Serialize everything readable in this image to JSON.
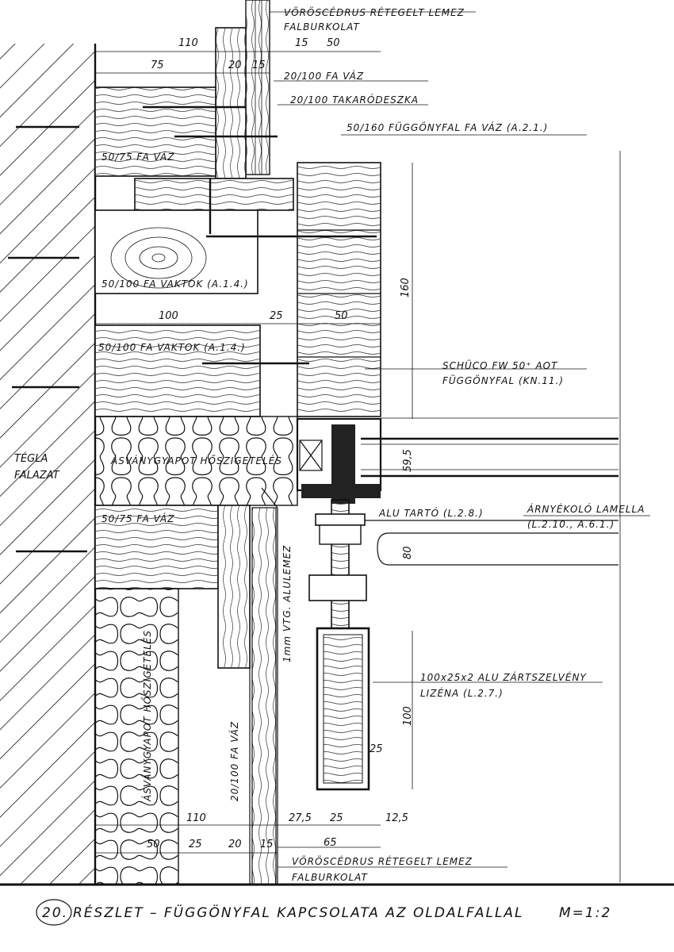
{
  "title": {
    "number": "20.",
    "text": "RÉSZLET – FÜGGÖNYFAL KAPCSOLATA AZ OLDALFALLAL",
    "scale": "M=1:2"
  },
  "labels": {
    "veneer_top_1": "VÖRÖSCÉDRUS RÉTEGELT LEMEZ",
    "veneer_top_2": "FALBURKOLAT",
    "frame_20_100_top": "20/100 FA VÁZ",
    "cover_board": "20/100 TAKARÓDESZKA",
    "curtain_frame": "50/160 FÜGGÖNYFAL FA VÁZ (A.2.1.)",
    "frame_50_75_top": "50/75 FA VÁZ",
    "beam_a14_1": "50/100 FA VAKTOK (A.1.4.)",
    "beam_a14_2": "50/100 FA VAKTOK (A.1.4.)",
    "schuco_1": "SCHÜCO FW 50⁺ AOT",
    "schuco_2": "FÜGGÖNYFAL (KN.11.)",
    "brick_1": "TÉGLA",
    "brick_2": "FALAZAT",
    "insulation_h": "ÁSVÁNYGYAPOT HŐSZIGETELÉS",
    "bracket": "ALU TARTÓ (L.2.8.)",
    "lamella_1": "ÁRNYÉKOLÓ LAMELLA",
    "lamella_2": "(L.2.10., A.6.1.)",
    "frame_50_75_mid": "50/75 FA VÁZ",
    "alu_sheet": "1mm VTG. ALULEMEZ",
    "insulation_v": "ÁSVÁNYGYAPOT HŐSZIGETELÉS",
    "box_1": "100x25x2 ALU ZÁRTSZELVÉNY",
    "box_2": "LIZÉNA (L.2.7.)",
    "frame_20_100_v": "20/100 FA VÁZ",
    "veneer_bot_1": "VÖRÖSCÉDRUS RÉTEGELT LEMEZ",
    "veneer_bot_2": "FALBURKOLAT"
  },
  "dims": {
    "d110_top": "110",
    "d15_top": "15",
    "d50_top": "50",
    "d75_top": "75",
    "d20_top": "20",
    "d15b_top": "15",
    "d160": "160",
    "d100_mid": "100",
    "d25_mid": "25",
    "d50_mid": "50",
    "d59_5": "59,5",
    "d80": "80",
    "d100_v": "100",
    "d25_v": "25",
    "d110_bot": "110",
    "d27_5": "27,5",
    "d25_bot": "25",
    "d12_5": "12,5",
    "d50_bot": "50",
    "d25b_bot": "25",
    "d20_bot": "20",
    "d15_bot": "15",
    "d65": "65"
  }
}
